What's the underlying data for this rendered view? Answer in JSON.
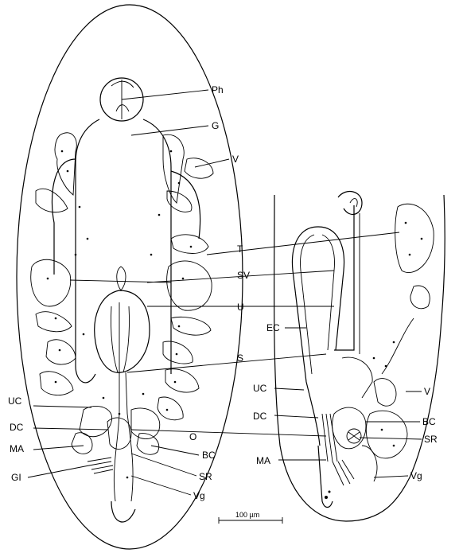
{
  "figure": {
    "left_labels": {
      "Ph": "Ph",
      "G": "G",
      "V": "V",
      "T": "T",
      "SV": "SV",
      "U": "U",
      "S": "S",
      "UC": "UC",
      "DC": "DC",
      "MA": "MA",
      "GI": "GI",
      "O": "O",
      "BC": "BC",
      "SR": "SR",
      "Vg": "Vg"
    },
    "right_labels": {
      "EC": "EC",
      "UC": "UC",
      "DC": "DC",
      "MA": "MA",
      "V": "V",
      "BC": "BC",
      "SR": "SR",
      "Vg": "Vg"
    },
    "scale_bar_label": "100 µm"
  }
}
